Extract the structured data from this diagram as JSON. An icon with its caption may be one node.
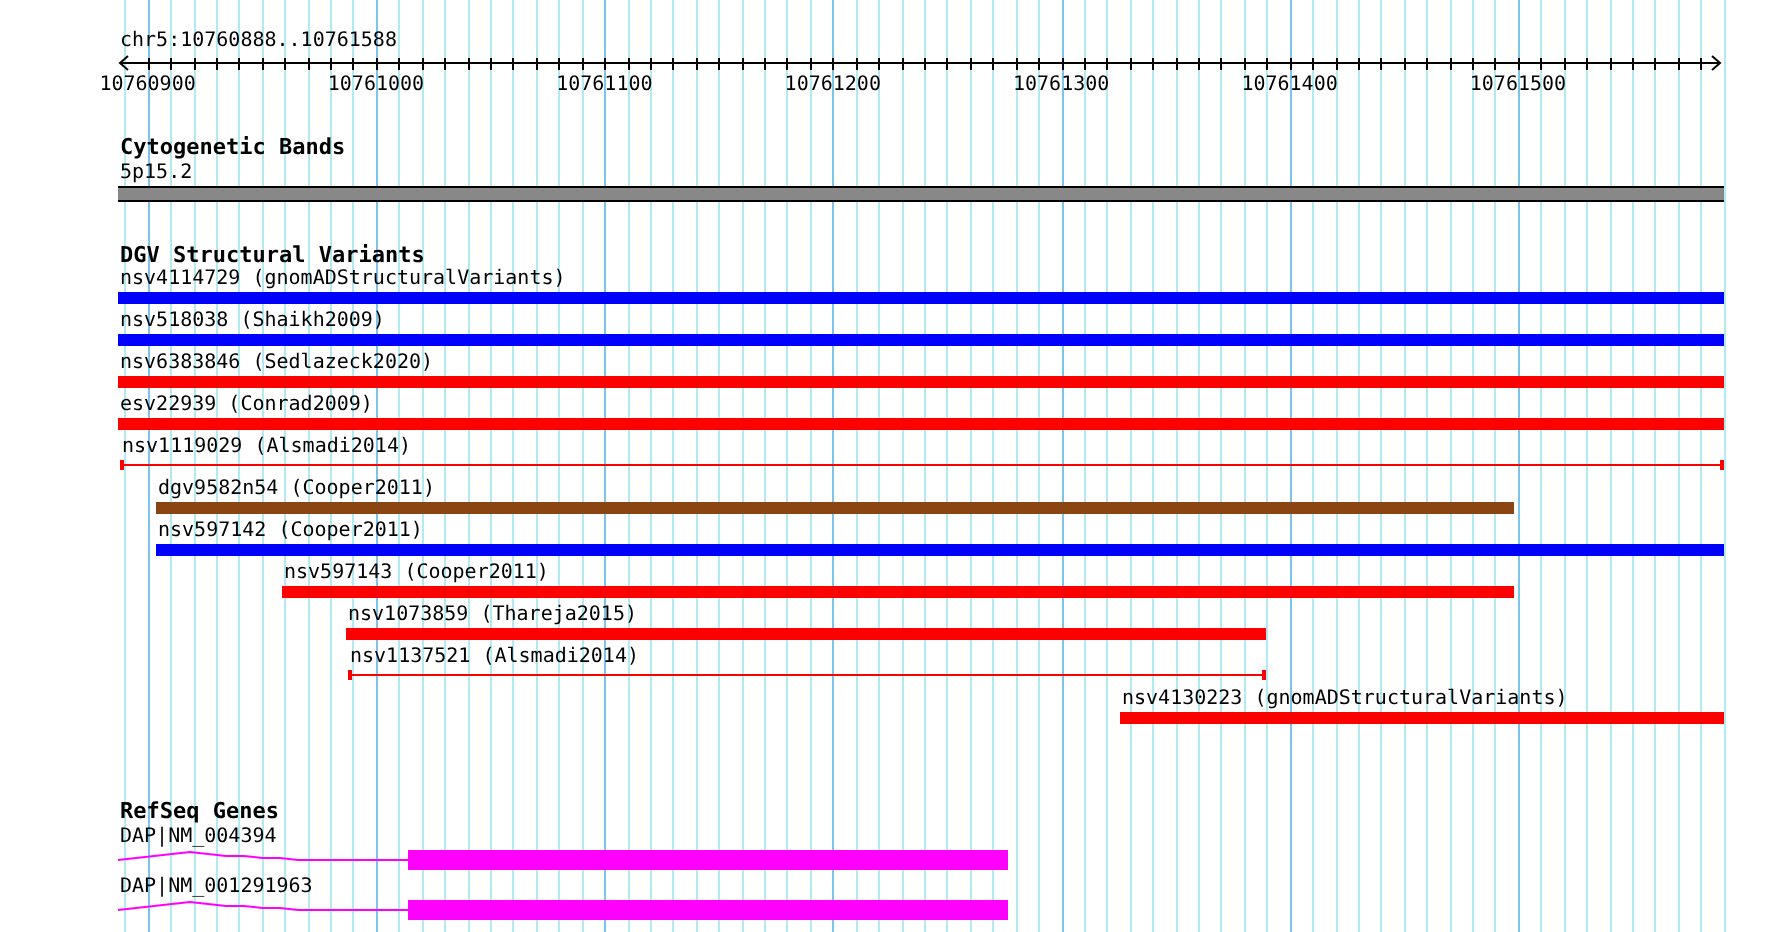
{
  "diagram": {
    "nodes": [
      {
        "text": [
          "5p15.2"
        ]
      },
      {
        "text": [
          "nsv4114729 (gnomADStructuralVariants)"
        ]
      },
      {
        "text": [
          "nsv518038 (Shaikh2009)"
        ]
      },
      {
        "text": [
          "nsv6383846 (Sedlazeck2020)"
        ]
      },
      {
        "text": [
          "esv22939 (Conrad2009)"
        ]
      },
      {
        "text": [
          "nsv1119029 (Alsmadi2014)"
        ]
      },
      {
        "text": [
          "dgv9582n54 (Cooper2011)"
        ]
      },
      {
        "text": [
          "nsv597142 (Cooper2011)"
        ]
      },
      {
        "text": [
          "nsv597143 (Cooper2011)"
        ]
      },
      {
        "text": [
          "nsv1073859 (Thareja2015)"
        ]
      },
      {
        "text": [
          "nsv1137521 (Alsmadi2014)"
        ]
      },
      {
        "text": [
          "nsv4130223 (gnomADStructuralVariants)"
        ]
      },
      {
        "text": [
          "DAP|NM_004394"
        ]
      },
      {
        "text": [
          "DAP|NM_001291963"
        ]
      }
    ],
    "labels": [
      "chr5:10760888..10761588",
      "10760900",
      "10761000",
      "10761100",
      "10761200",
      "10761300",
      "10761400",
      "10761500",
      "Cytogenetic Bands",
      "DGV Structural Variants",
      "RefSeq Genes"
    ]
  }
}
